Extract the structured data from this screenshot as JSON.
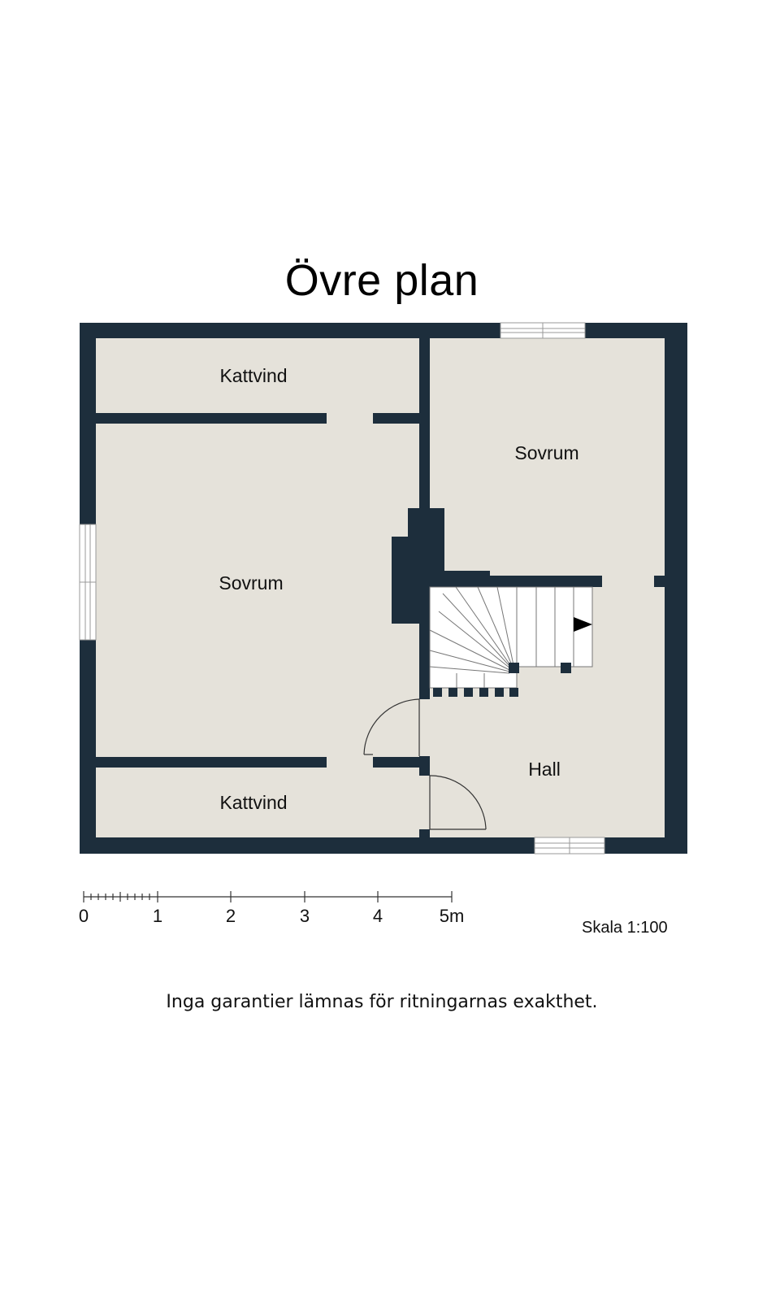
{
  "title": "Övre plan",
  "rooms": {
    "attic_top": "Kattvind",
    "bedroom_left": "Sovrum",
    "bedroom_right": "Sovrum",
    "hall": "Hall",
    "attic_bottom": "Kattvind"
  },
  "scale_bar": {
    "ticks": [
      "0",
      "1",
      "2",
      "3",
      "4",
      "5m"
    ]
  },
  "scale_label": "Skala 1:100",
  "disclaimer": "Inga garantier lämnas för ritningarnas exakthet.",
  "colors": {
    "wall": "#1d2e3c",
    "floor": "#e5e2da",
    "stair": "#ffffff",
    "background": "#ffffff"
  }
}
